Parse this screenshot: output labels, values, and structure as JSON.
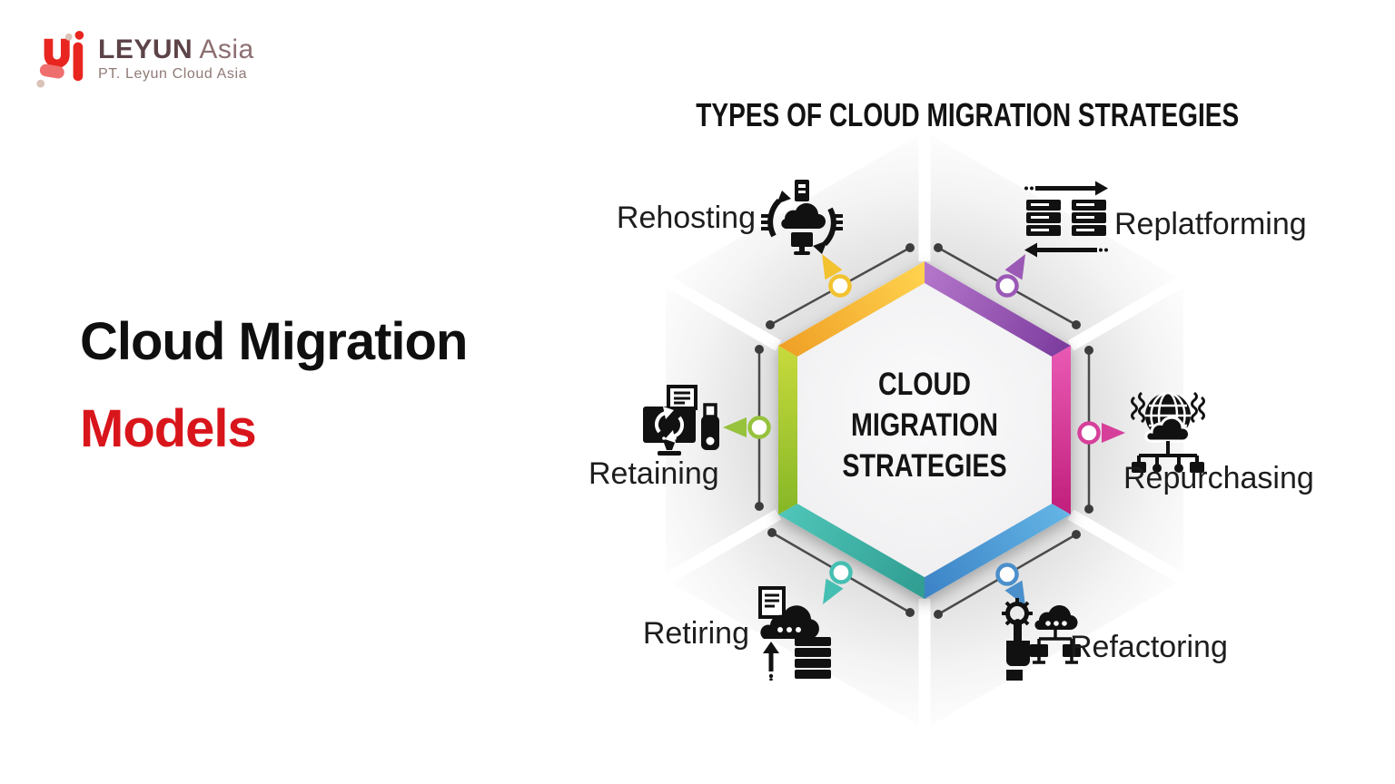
{
  "logo": {
    "brand": "LEYUN",
    "brand_suffix": "Asia",
    "subtitle": "PT. Leyun Cloud Asia"
  },
  "headline": {
    "line1": "Cloud Migration",
    "line2": "Models",
    "accent_color": "#D9151C"
  },
  "diagram": {
    "title": "TYPES OF CLOUD MIGRATION STRATEGIES",
    "center": {
      "lines": [
        "CLOUD",
        "MIGRATION",
        "STRATEGIES"
      ]
    },
    "strategies": [
      {
        "label": "Rehosting",
        "position": "top-left",
        "color": "#F2C230"
      },
      {
        "label": "Replatforming",
        "position": "top-right",
        "color": "#9B59B6"
      },
      {
        "label": "Repurchasing",
        "position": "right",
        "color": "#D6409B"
      },
      {
        "label": "Refactoring",
        "position": "bottom-right",
        "color": "#4B8FCB"
      },
      {
        "label": "Retiring",
        "position": "bottom-left",
        "color": "#45BFB2"
      },
      {
        "label": "Retaining",
        "position": "left",
        "color": "#96C23C"
      }
    ],
    "hexagon_edge_colors": {
      "top_left": "#F5B32B",
      "top_right": "#9353B0",
      "right": "#DD3D9B",
      "bottom_right": "#4E9FD6",
      "bottom_left": "#3FB4A8",
      "left": "#A6C832"
    }
  }
}
